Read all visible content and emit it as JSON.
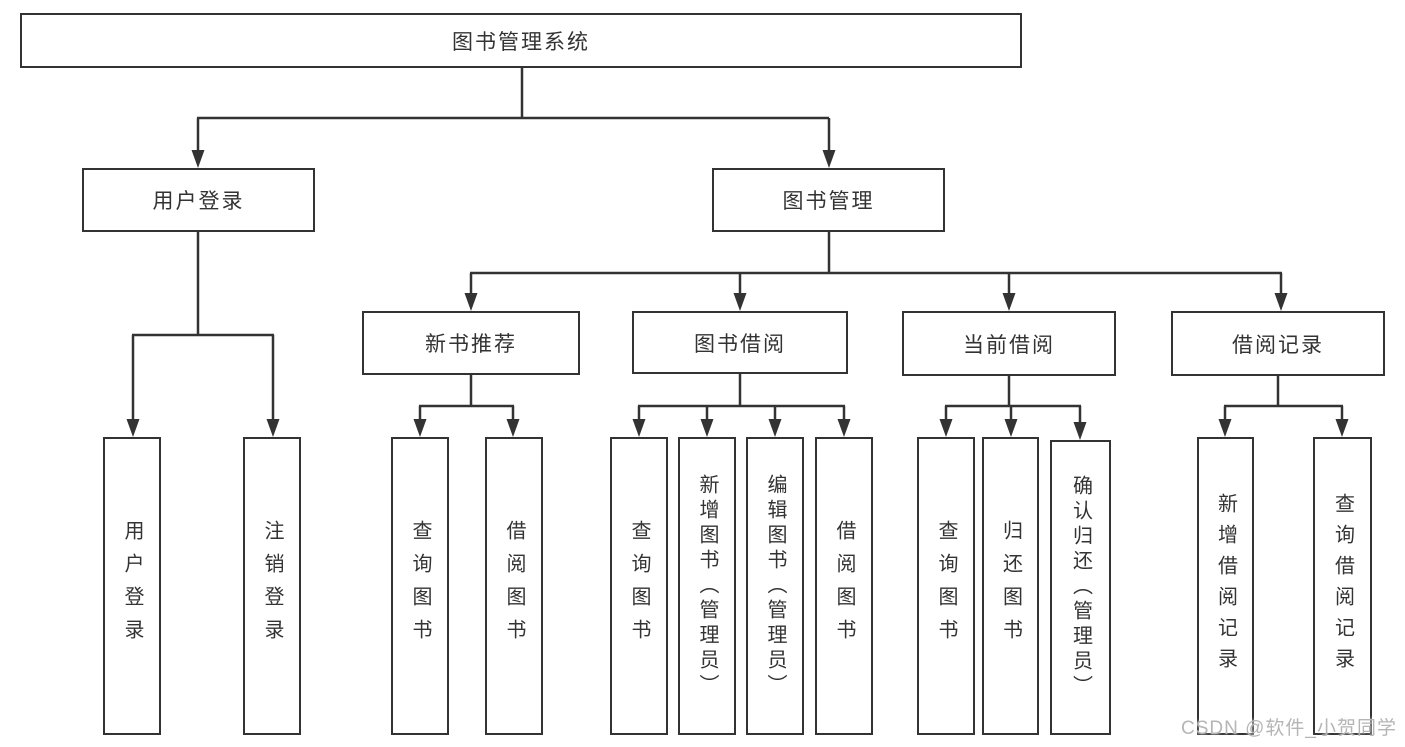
{
  "title": "图书管理系统",
  "branches": {
    "user": {
      "label": "用户登录",
      "children": [
        "用户登录",
        "注销登录"
      ]
    },
    "book": {
      "label": "图书管理",
      "sections": [
        {
          "label": "新书推荐",
          "children": [
            "查询图书",
            "借阅图书"
          ]
        },
        {
          "label": "图书借阅",
          "children": [
            "查询图书",
            "新增图书（管理员）",
            "编辑图书（管理员）",
            "借阅图书"
          ]
        },
        {
          "label": "当前借阅",
          "children": [
            "查询图书",
            "归还图书",
            "确认归还（管理员）"
          ]
        },
        {
          "label": "借阅记录",
          "children": [
            "新增借阅记录",
            "查询借阅记录"
          ]
        }
      ]
    }
  },
  "watermark": "CSDN @软件_小贺同学",
  "colors": {
    "line": "#333333",
    "box_border": "#333333",
    "text": "#333333",
    "watermark": "#b5b5b5",
    "background": "#ffffff"
  }
}
